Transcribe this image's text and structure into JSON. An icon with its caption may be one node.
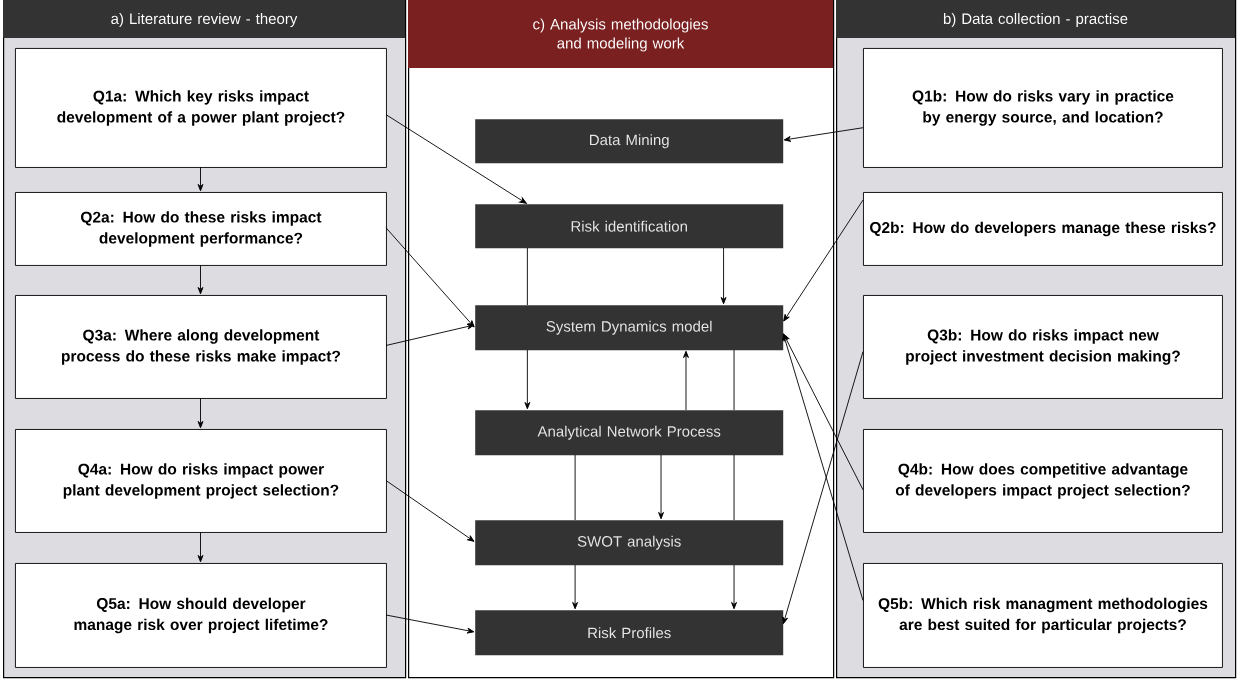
{
  "diagram": {
    "nodes": [
      {
        "text": [
          "a) Literature review - theory"
        ]
      },
      {
        "text": [
          "Q1a: Which key risks impact development of a power plant project?"
        ],
        "in": 0
      },
      {
        "text": [
          "Q2a: How do these risks impact development performance?"
        ],
        "in": 0
      },
      {
        "text": [
          "Q3a: Where along development process do these risks make impact?"
        ],
        "in": 0
      },
      {
        "text": [
          "Q4a: How do risks impact power plant development project selection?"
        ],
        "in": 0
      },
      {
        "text": [
          "Q5a: How should developer manage risk over project lifetime?"
        ],
        "in": 0
      },
      {
        "text": [
          "c) Analysis methodologies and modeling work"
        ]
      },
      {
        "text": [
          "Data Mining"
        ],
        "in": 6
      },
      {
        "text": [
          "Risk identification"
        ],
        "in": 6
      },
      {
        "text": [
          "System Dynamics model"
        ],
        "in": 6
      },
      {
        "text": [
          "Analytical Network Process"
        ],
        "in": 6
      },
      {
        "text": [
          "SWOT analysis"
        ],
        "in": 6
      },
      {
        "text": [
          "Risk Profiles"
        ],
        "in": 6
      },
      {
        "text": [
          "b) Data collection - practise"
        ]
      },
      {
        "text": [
          "Q1b: How do risks vary in practice by energy source, and location?"
        ],
        "in": 13
      },
      {
        "text": [
          "Q2b: How do developers manage these risks?"
        ],
        "in": 13
      },
      {
        "text": [
          "Q3b: How do risks impact new project investment decision making?"
        ],
        "in": 13
      },
      {
        "text": [
          "Q4b: How does competitive advantage of developers impact project selection?"
        ],
        "in": 13
      },
      {
        "text": [
          "Q5b: Which risk managment methodologies are best suited for particular projects?"
        ],
        "in": 13
      }
    ],
    "edges": [
      {
        "from": 1,
        "to": 2,
        "arrow": "to"
      },
      {
        "from": 2,
        "to": 3,
        "arrow": "to"
      },
      {
        "from": 3,
        "to": 4,
        "arrow": "to"
      },
      {
        "from": 4,
        "to": 5,
        "arrow": "to"
      },
      {
        "from": 1,
        "to": 8,
        "arrow": "to"
      },
      {
        "from": 2,
        "to": 9,
        "arrow": "to"
      },
      {
        "from": 3,
        "to": 9,
        "arrow": "to"
      },
      {
        "from": 4,
        "to": 11,
        "arrow": "to"
      },
      {
        "from": 5,
        "to": 12,
        "arrow": "to"
      },
      {
        "from": 14,
        "to": 7,
        "arrow": "to"
      },
      {
        "from": 15,
        "to": 9,
        "arrow": "to"
      },
      {
        "from": 16,
        "to": 12,
        "arrow": "to"
      },
      {
        "from": 17,
        "to": 9,
        "arrow": "to"
      },
      {
        "from": 18,
        "to": 9,
        "arrow": "to"
      },
      {
        "from": 8,
        "to": 9,
        "arrow": "none"
      },
      {
        "from": 8,
        "to": 9,
        "arrow": "to"
      },
      {
        "from": 9,
        "to": 10,
        "arrow": "to"
      },
      {
        "from": 10,
        "to": 9,
        "arrow": "to"
      },
      {
        "from": 9,
        "to": 10,
        "arrow": "none"
      },
      {
        "from": 10,
        "to": 11,
        "arrow": "none"
      },
      {
        "from": 11,
        "to": 12,
        "arrow": "to"
      },
      {
        "from": 10,
        "to": 11,
        "arrow": "none"
      },
      {
        "from": 11,
        "to": 12,
        "arrow": "to"
      },
      {
        "from": 10,
        "to": 11,
        "arrow": "to"
      }
    ]
  }
}
